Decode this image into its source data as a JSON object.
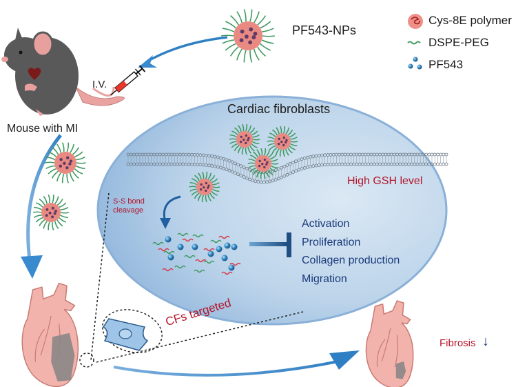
{
  "legend": {
    "items": [
      {
        "icon": "polymer-coil-icon",
        "label": "Cys-8E polymer"
      },
      {
        "icon": "peg-chain-icon",
        "label": "DSPE-PEG"
      },
      {
        "icon": "drug-molecules-icon",
        "label": "PF543"
      }
    ]
  },
  "nanoparticle": {
    "label": "PF543-NPs"
  },
  "mouse": {
    "label": "Mouse with MI",
    "injection_label": "I.V."
  },
  "cell": {
    "title": "Cardiac fibroblasts",
    "gsh_label": "High GSH level",
    "cleavage_label_line1": "S-S bond",
    "cleavage_label_line2": "cleavage",
    "inhibited_processes": [
      "Activation",
      "Proliferation",
      "Collagen production",
      "Migration"
    ]
  },
  "targeting": {
    "label": "CFs targeted"
  },
  "outcome": {
    "label": "Fibrosis",
    "arrow": "↓"
  },
  "colors": {
    "cell_fill": "#b9d3ea",
    "arrow_blue": "#2f7fc4",
    "label_red": "#b3152a",
    "label_navy": "#1a3a7a",
    "np_core": "#e98a82",
    "peg_green": "#3f9a5f",
    "heart_pink": "#f2b3ad",
    "infarct_gray": "#8a8686"
  }
}
